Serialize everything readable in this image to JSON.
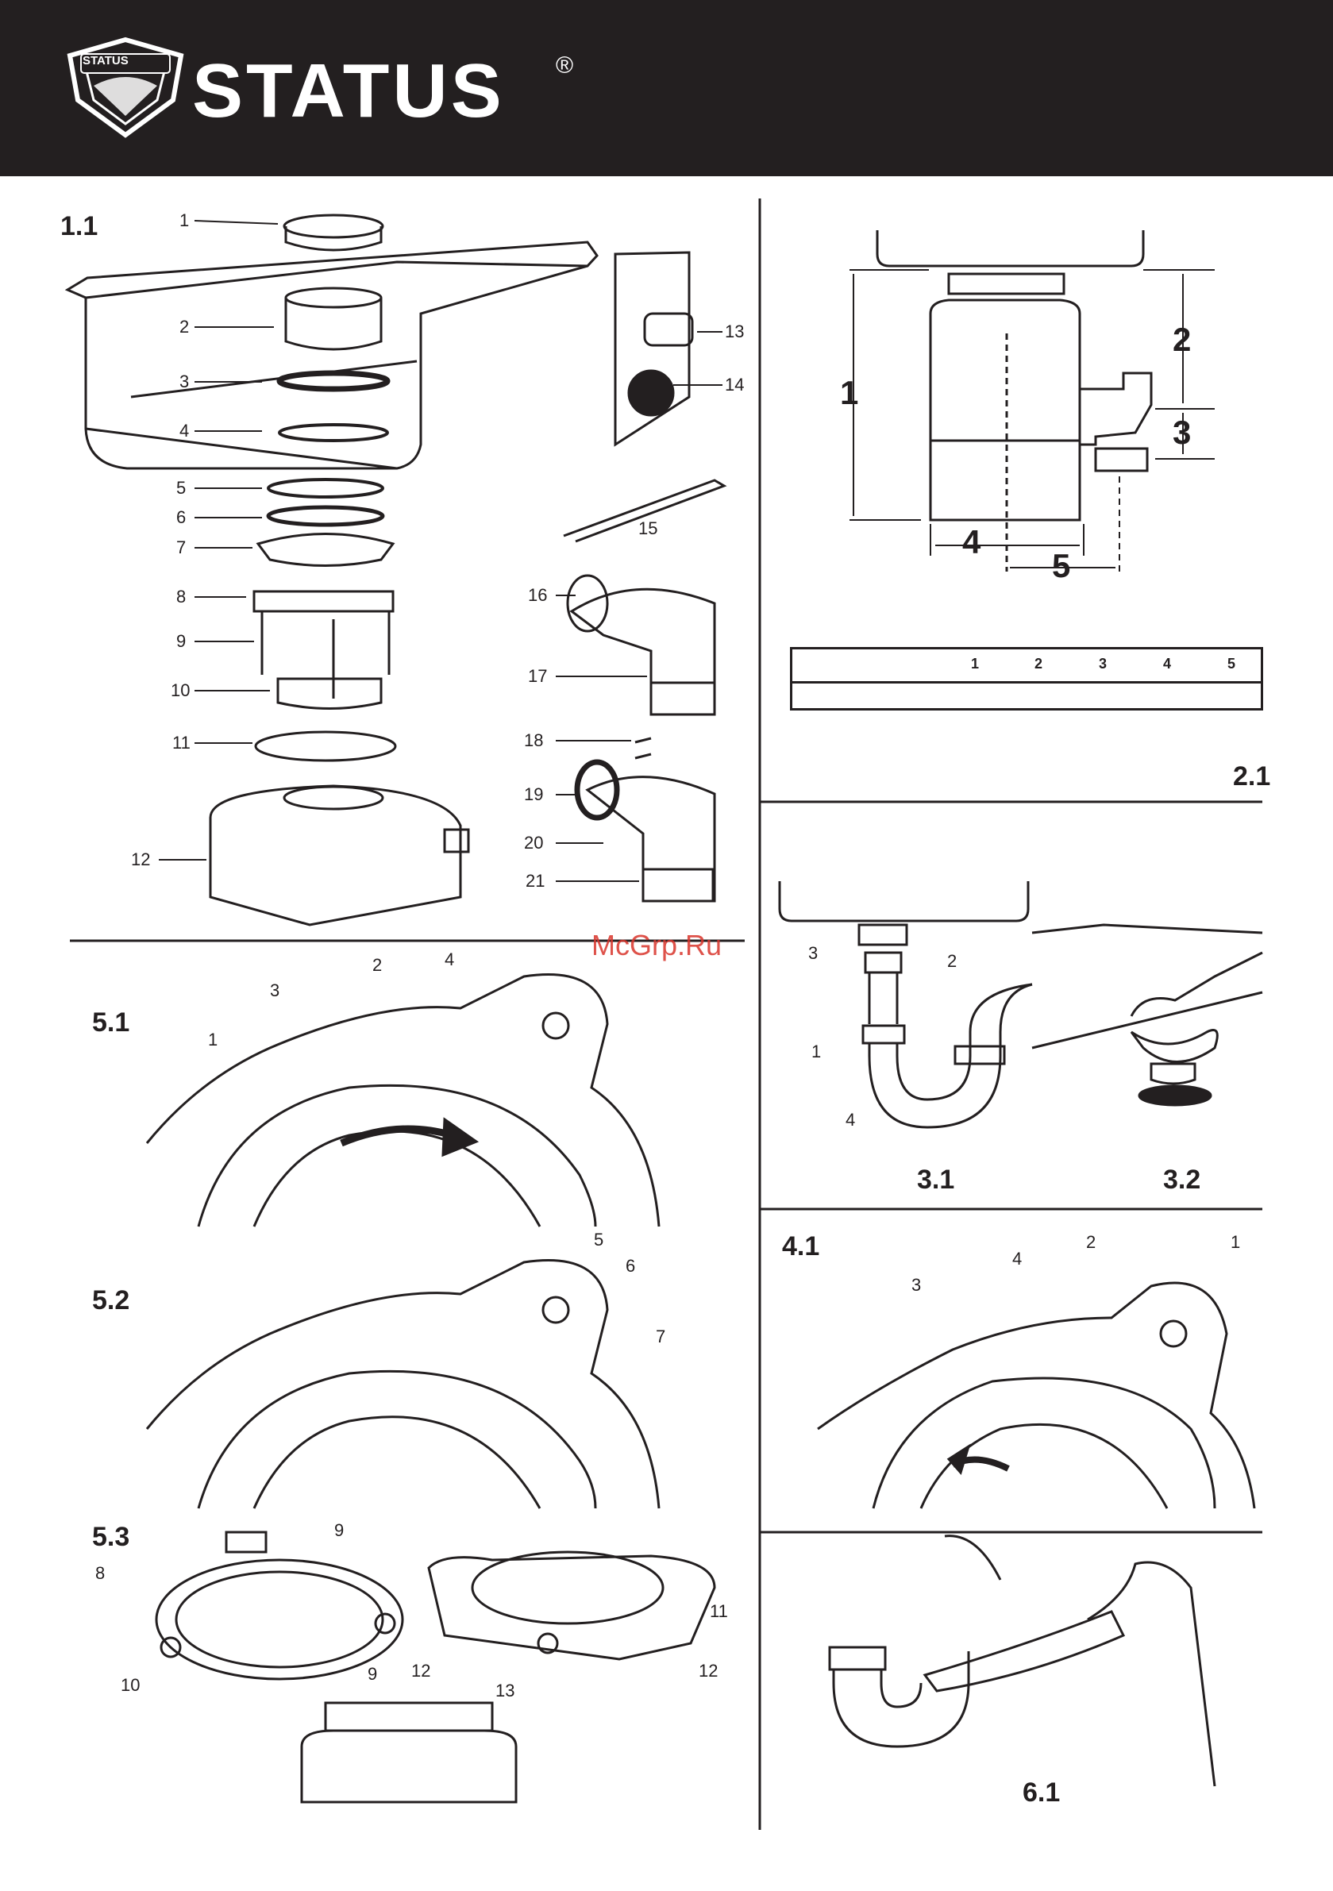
{
  "brand": {
    "name": "STATUS",
    "registered": "®",
    "badge_text": "STATUS"
  },
  "watermark": "McGrp.Ru",
  "figures": {
    "f11": "1.1",
    "f21": "2.1",
    "f31": "3.1",
    "f32": "3.2",
    "f41": "4.1",
    "f51": "5.1",
    "f52": "5.2",
    "f53": "5.3",
    "f61": "6.1"
  },
  "callouts_11": [
    "1",
    "2",
    "3",
    "4",
    "5",
    "6",
    "7",
    "8",
    "9",
    "10",
    "11",
    "12",
    "13",
    "14",
    "15",
    "16",
    "17",
    "18",
    "19",
    "20",
    "21"
  ],
  "dims_21": [
    "1",
    "2",
    "3",
    "4",
    "5"
  ],
  "table_21": {
    "columns": [
      "1",
      "2",
      "3",
      "4",
      "5"
    ]
  },
  "callouts_31": [
    "3",
    "2",
    "1",
    "4"
  ],
  "callouts_41": [
    "2",
    "1",
    "4",
    "3"
  ],
  "callouts_51": [
    "2",
    "4",
    "3",
    "1"
  ],
  "callouts_52": [
    "5",
    "6",
    "7"
  ],
  "callouts_53": [
    "9",
    "8",
    "10",
    "11",
    "12",
    "9",
    "12",
    "13"
  ]
}
